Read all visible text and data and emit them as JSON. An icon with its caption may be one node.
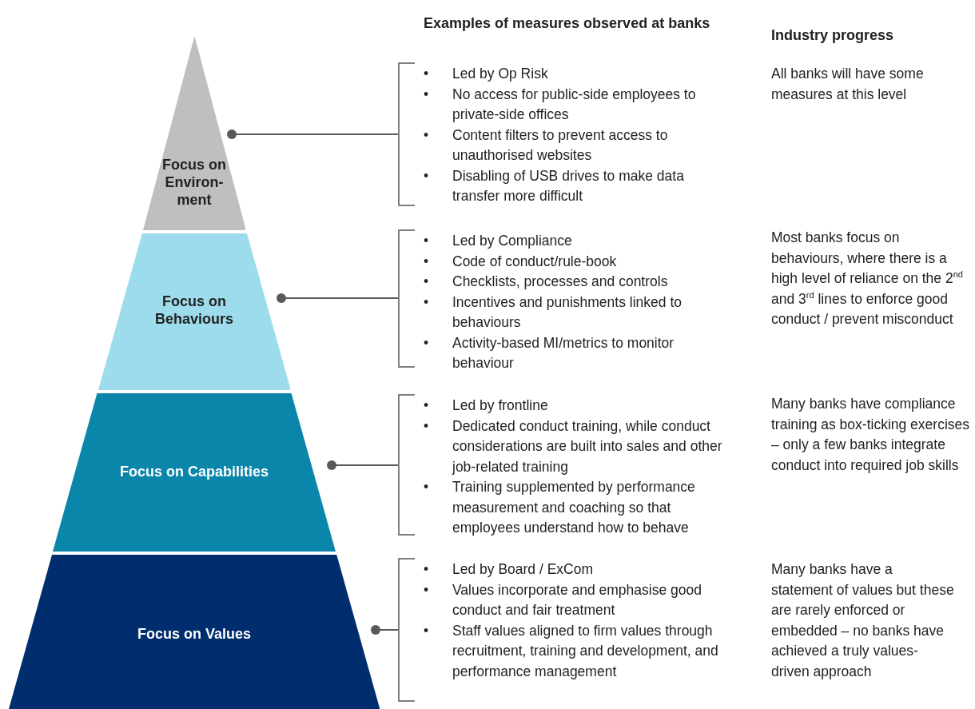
{
  "diagram": {
    "nodes": [
      {
        "text": [
          "Focus on Environ-ment"
        ]
      },
      {
        "text": [
          "Focus on Behaviours"
        ]
      },
      {
        "text": [
          "Focus on Capabilities"
        ]
      },
      {
        "text": [
          "Focus on Values"
        ]
      },
      {
        "text": [
          "• Led by Op Risk",
          "• No access for public-side employees to private-side offices",
          "• Content filters to prevent access to unauthorised websites",
          "• Disabling of USB drives to make data transfer more difficult"
        ]
      },
      {
        "text": [
          "• Led by Compliance",
          "• Code of conduct/rule-book",
          "• Checklists, processes and controls",
          "• Incentives and punishments linked to behaviours",
          "• Activity-based MI/metrics to monitor behaviour"
        ]
      },
      {
        "text": [
          "• Led by frontline",
          "• Dedicated conduct training, while conduct considerations are built into sales and other job-related training",
          "• Training supplemented by performance measurement and coaching so that employees understand how to behave"
        ]
      },
      {
        "text": [
          "• Led by Board / ExCom",
          "• Values incorporate and emphasise good conduct and fair treatment",
          "• Staff values aligned to firm values through recruitment, training and development, and performance management"
        ]
      }
    ],
    "edges": [
      {
        "from": 0,
        "to": 4,
        "arrow": "other"
      },
      {
        "from": 1,
        "to": 5,
        "arrow": "other"
      },
      {
        "from": 2,
        "to": 6,
        "arrow": "other"
      },
      {
        "from": 3,
        "to": 7,
        "arrow": "other"
      }
    ],
    "labels": [
      "Examples of measures observed at banks",
      "Industry progress",
      "All banks will have some measures at this level",
      "Most banks focus on behaviours, where there is a high level of reliance on the 2$^{nd}$ and 3$^{rd}$ lines to enforce good conduct / prevent misconduct",
      "Many banks have compliance training as box-ticking exercises – only a few banks integrate conduct into required job skills",
      "Many banks have a statement of values but these are rarely enforced or embedded – no banks have achieved a truly values-driven approach"
    ]
  }
}
